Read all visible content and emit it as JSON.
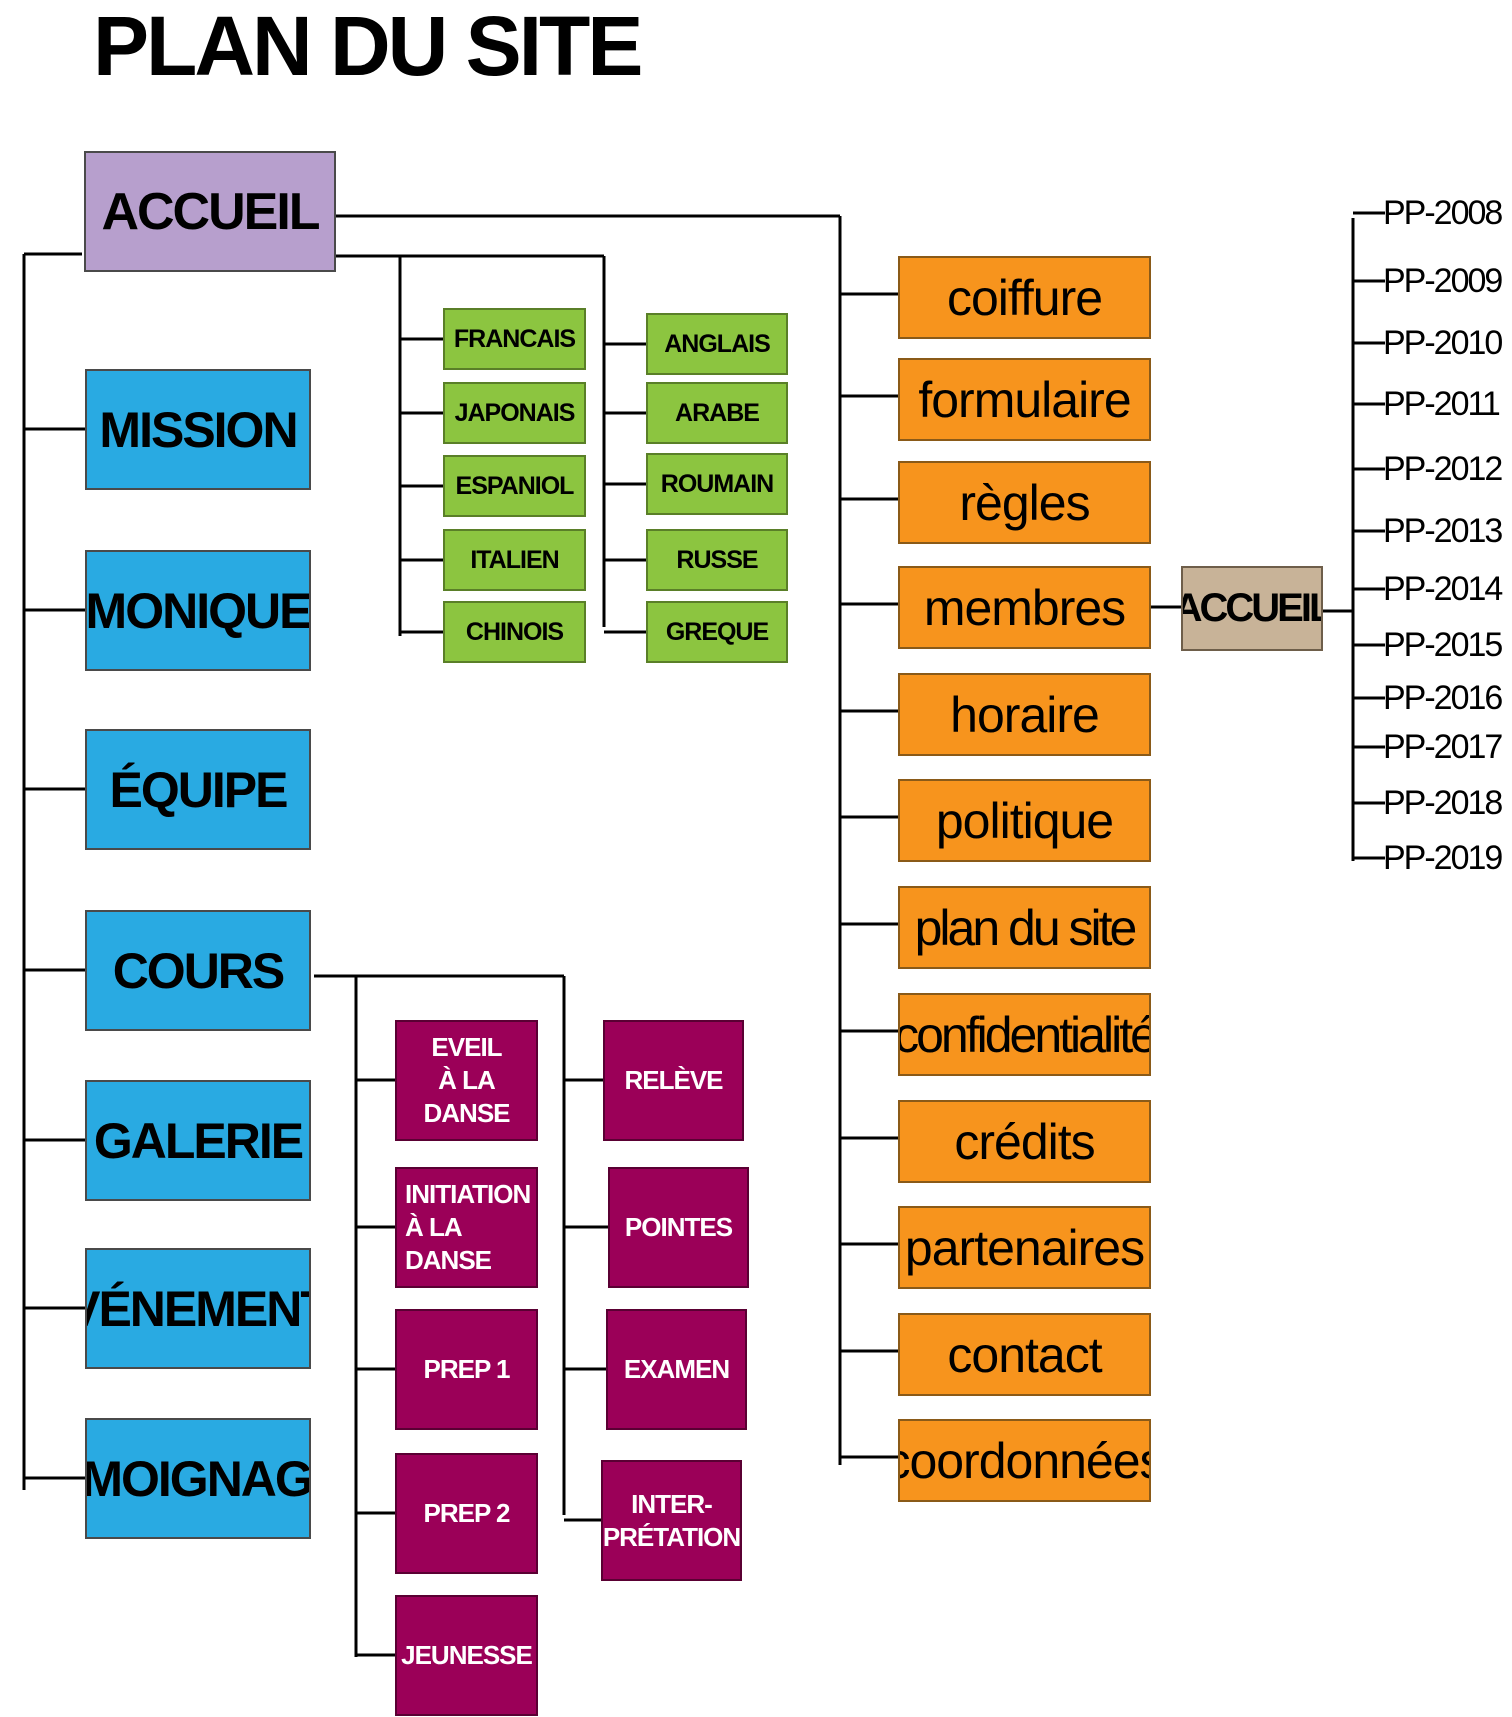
{
  "title": "PLAN DU SITE",
  "root": {
    "label": "ACCUEIL"
  },
  "main_sections": [
    "MISSION",
    "MONIQUE",
    "ÉQUIPE",
    "COURS",
    "GALERIE",
    "ÉVÉNEMENTS",
    "TÉMOIGNAGES"
  ],
  "languages_col1": [
    "FRANCAIS",
    "JAPONAIS",
    "ESPANIOL",
    "ITALIEN",
    "CHINOIS"
  ],
  "languages_col2": [
    "ANGLAIS",
    "ARABE",
    "ROUMAIN",
    "RUSSE",
    "GREQUE"
  ],
  "cours_col1": [
    "EVEIL\nÀ LA\nDANSE",
    "INITIATION\nÀ LA\nDANSE",
    "PREP 1",
    "PREP 2",
    "JEUNESSE"
  ],
  "cours_col2": [
    "RELÈVE",
    "POINTES",
    "EXAMEN",
    "INTER-\nPRÉTATION"
  ],
  "secondary_pages": [
    "coiffure",
    "formulaire",
    "règles",
    "membres",
    "horaire",
    "politique",
    "plan du site",
    "confidentialité",
    "crédits",
    "partenaires",
    "contact",
    "coordonnées"
  ],
  "members_node": {
    "label": "ACCUEIL"
  },
  "years": [
    "PP-2008",
    "PP-2009",
    "PP-2010",
    "PP-2011",
    "PP-2012",
    "PP-2013",
    "PP-2014",
    "PP-2015",
    "PP-2016",
    "PP-2017",
    "PP-2018",
    "PP-2019"
  ],
  "colors": {
    "root": "#b79fcd",
    "main_sections": "#29aae2",
    "languages": "#8cc540",
    "cours": "#9b0058",
    "secondary_pages": "#f7941d",
    "members_node": "#c8b398"
  }
}
